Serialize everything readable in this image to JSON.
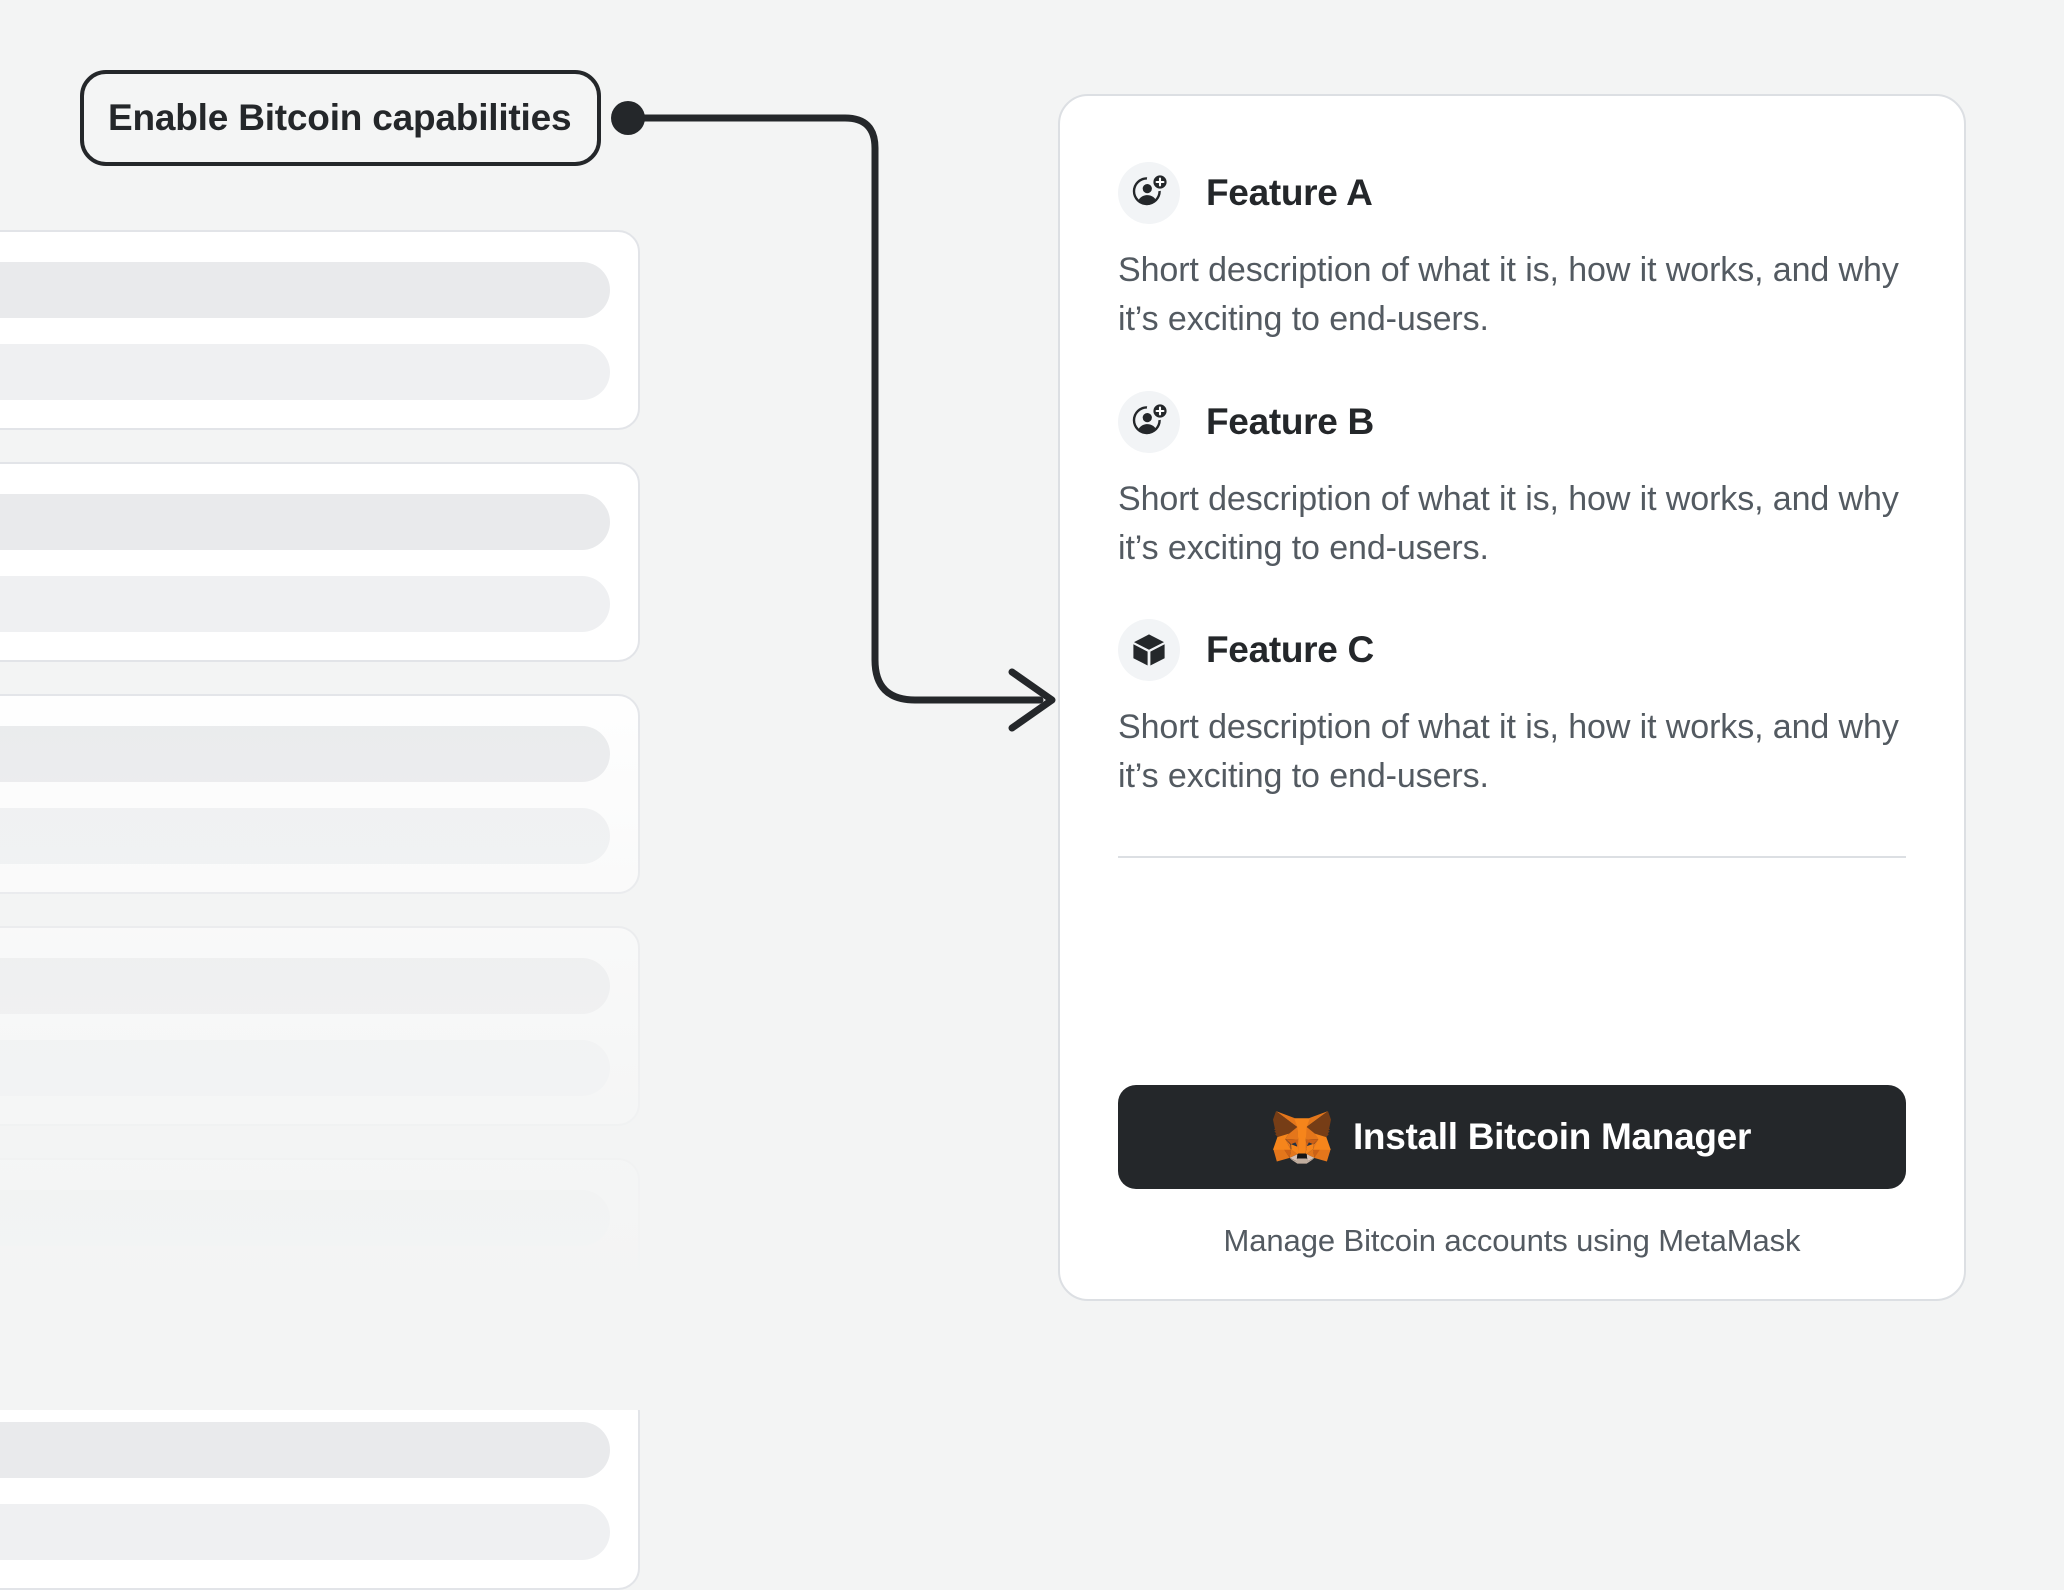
{
  "page": {
    "background_color": "#F3F4F4"
  },
  "annotation": {
    "label": "Enable Bitcoin capabilities",
    "connector": {
      "color": "#24272A",
      "from_dot": true,
      "arrow_head": true
    }
  },
  "card": {
    "features": [
      {
        "icon": "account-add-icon",
        "title": "Feature A",
        "description": "Short description of what it is, how it works, and why it’s exciting to end-users."
      },
      {
        "icon": "account-add-icon",
        "title": "Feature B",
        "description": "Short description of what it is, how it works, and why it’s exciting to end-users."
      },
      {
        "icon": "cube-icon",
        "title": "Feature C",
        "description": "Short description of what it is, how it works, and why it’s exciting to end-users."
      }
    ],
    "footer": {
      "install_button_label": "Install Bitcoin Manager",
      "install_button_icon": "metamask-fox-icon",
      "install_button_color": "#24272A",
      "caption": "Manage Bitcoin accounts using MetaMask"
    }
  },
  "skeleton": {
    "card_count": 6,
    "bar_color": "#E9EAEC",
    "card_background": "#FFFFFF",
    "card_border_color": "#E2E4E8"
  },
  "colors": {
    "text_primary": "#24272A",
    "text_secondary": "#535A61",
    "surface": "#FFFFFF",
    "border": "#DCDFE3",
    "icon_badge": "#F2F4F6",
    "fox_orange": "#E2761B",
    "fox_light_orange": "#F5841F",
    "fox_dark_brown": "#763D16",
    "fox_cream": "#E4D7CD"
  }
}
